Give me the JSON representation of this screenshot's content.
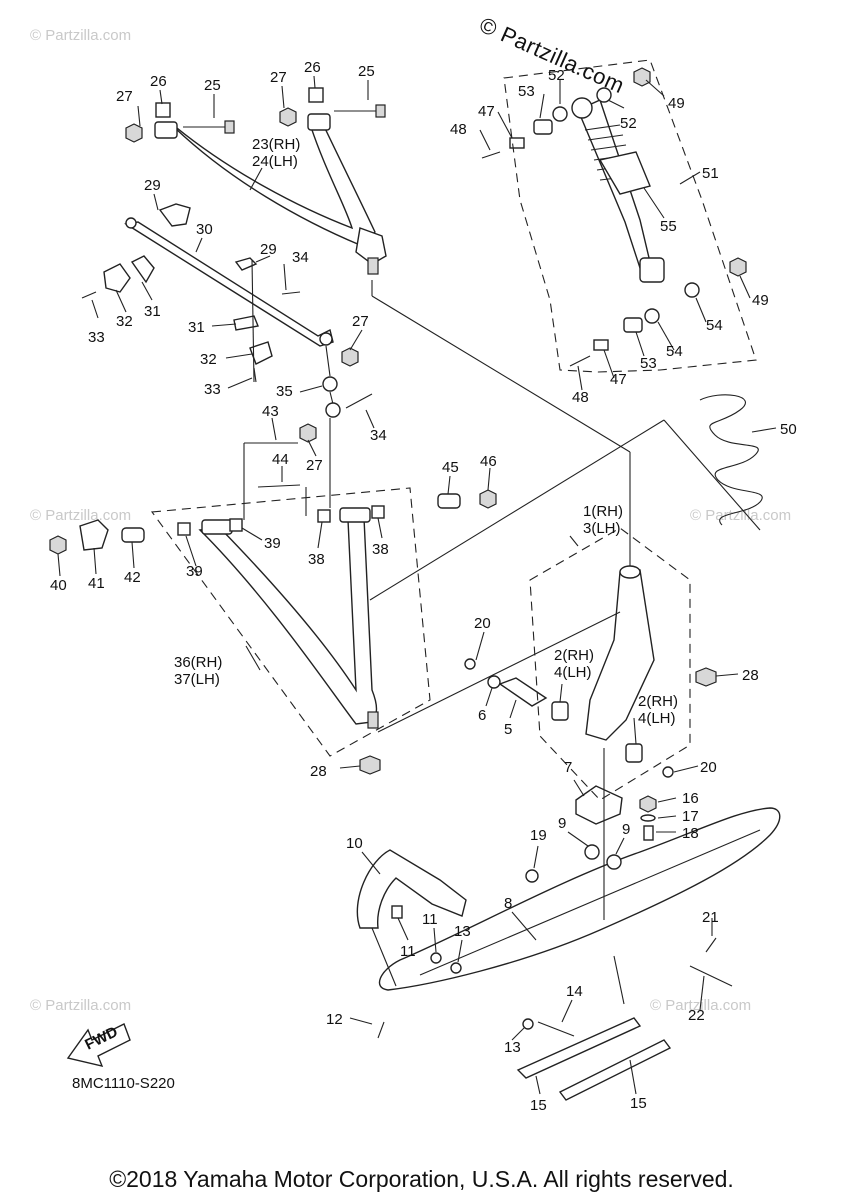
{
  "brand_watermark": "© Partzilla.com",
  "faint_watermark": "© Partzilla.com",
  "diagram_code": "8MC1110-S220",
  "fwd_label": "FWD",
  "copyright": "©2018 Yamaha Motor Corporation, U.S.A. All rights reserved.",
  "callouts": {
    "c1": "1(RH)",
    "c3": "3(LH)",
    "c2a": "2(RH)",
    "c4a": "4(LH)",
    "c2b": "2(RH)",
    "c4b": "4(LH)",
    "c5": "5",
    "c6": "6",
    "c7": "7",
    "c8": "8",
    "c9a": "9",
    "c9b": "9",
    "c10": "10",
    "c11a": "11",
    "c11b": "11",
    "c12": "12",
    "c13a": "13",
    "c13b": "13",
    "c14": "14",
    "c15a": "15",
    "c15b": "15",
    "c16": "16",
    "c17": "17",
    "c18": "18",
    "c19": "19",
    "c20a": "20",
    "c20b": "20",
    "c21": "21",
    "c22": "22",
    "c23": "23(RH)",
    "c24": "24(LH)",
    "c25a": "25",
    "c25b": "25",
    "c26a": "26",
    "c26b": "26",
    "c27a": "27",
    "c27b": "27",
    "c27c": "27",
    "c27d": "27",
    "c28a": "28",
    "c28b": "28",
    "c29a": "29",
    "c29b": "29",
    "c30": "30",
    "c31a": "31",
    "c31b": "31",
    "c32a": "32",
    "c32b": "32",
    "c33a": "33",
    "c33b": "33",
    "c34a": "34",
    "c34b": "34",
    "c35": "35",
    "c36": "36(RH)",
    "c37": "37(LH)",
    "c38a": "38",
    "c38b": "38",
    "c39a": "39",
    "c39b": "39",
    "c40": "40",
    "c41": "41",
    "c42": "42",
    "c43": "43",
    "c44": "44",
    "c45": "45",
    "c46": "46",
    "c47a": "47",
    "c47b": "47",
    "c48a": "48",
    "c48b": "48",
    "c49a": "49",
    "c49b": "49",
    "c50": "50",
    "c51": "51",
    "c52a": "52",
    "c52b": "52",
    "c53a": "53",
    "c53b": "53",
    "c54a": "54",
    "c54b": "54",
    "c55": "55"
  }
}
